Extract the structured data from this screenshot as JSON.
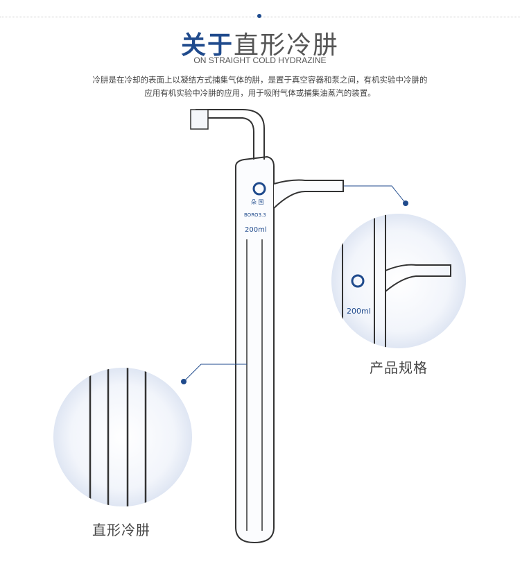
{
  "header": {
    "title_accent": "关于",
    "title_main": "直形冷肼",
    "subtitle": "ON STRAIGHT COLD HYDRAZINE"
  },
  "description": {
    "line1": "冷肼是在冷却的表面上以凝结方式捕集气体的肼，是置于真空容器和泵之间，有机实验中冷肼的",
    "line2": "应用有机实验中冷肼的应用，用于吸附气体或捕集油蒸汽的装置。"
  },
  "product": {
    "logo_text": "朵 国",
    "material_mark": "BORO3.3",
    "volume_mark": "200ml"
  },
  "callouts": {
    "spec_label": "产品规格",
    "body_label": "直形冷肼"
  },
  "colors": {
    "accent": "#1f4a8c",
    "text": "#555555"
  }
}
